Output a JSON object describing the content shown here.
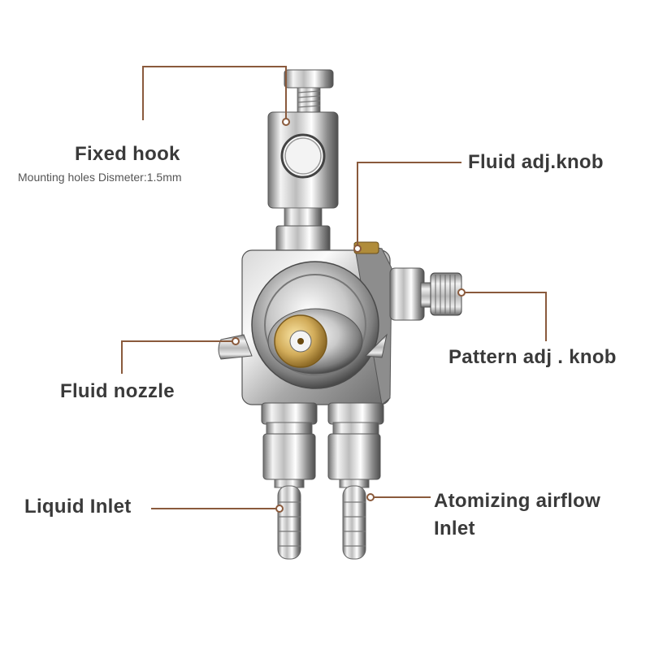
{
  "labels": {
    "fixed_hook": "Fixed hook",
    "mounting_holes": "Mounting holes Dismeter:1.5mm",
    "fluid_adj_knob": "Fluid adj.knob",
    "pattern_adj_knob": "Pattern adj . knob",
    "fluid_nozzle": "Fluid nozzle",
    "liquid_inlet": "Liquid Inlet",
    "atomizing_airflow_line1": "Atomizing airflow",
    "atomizing_airflow_line2": "Inlet"
  },
  "colors": {
    "leader_line": "#8a5a3c",
    "label_text": "#3a3a3a",
    "background": "#ffffff"
  }
}
